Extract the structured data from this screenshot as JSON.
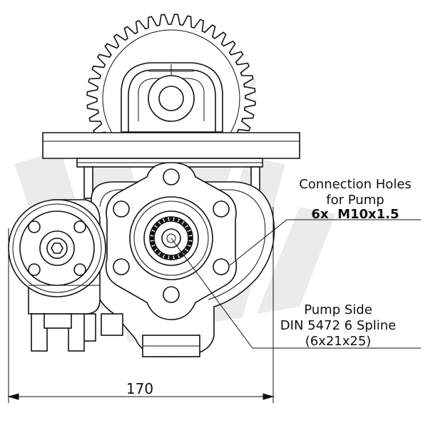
{
  "watermark": {
    "text": "TW",
    "color": "#d0d0d0"
  },
  "callouts": {
    "connection_holes": {
      "line1": "Connection Holes",
      "line2": "for Pump",
      "spec": "6x  M10x1.5"
    },
    "pump_side": {
      "line1": "Pump Side",
      "line2": "DIN 5472 6 Spline",
      "line3": "(6x21x25)"
    }
  },
  "dimension": {
    "width_label": "170"
  },
  "colors": {
    "ink": "#111111",
    "background": "#ffffff"
  }
}
